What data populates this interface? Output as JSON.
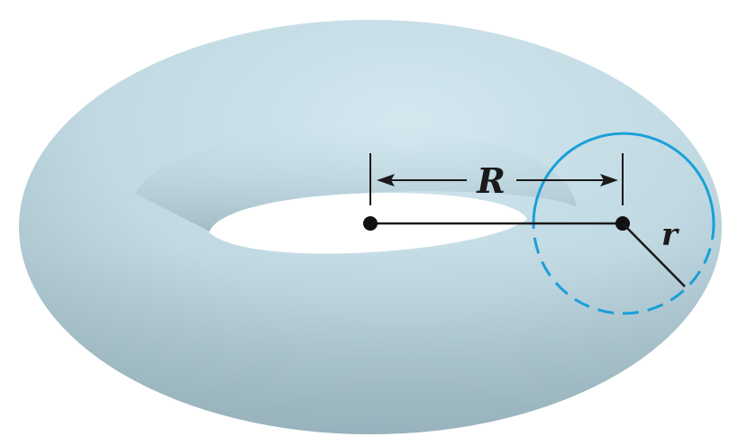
{
  "diagram": {
    "subject": "torus",
    "labels": {
      "major_radius": "R",
      "minor_radius": "r"
    },
    "colors": {
      "surface": "#c3dbe4",
      "surface_shadow": "#98b3bd",
      "cross_section_circle": "#1aa0d8",
      "lines": "#1a1a1a"
    }
  }
}
